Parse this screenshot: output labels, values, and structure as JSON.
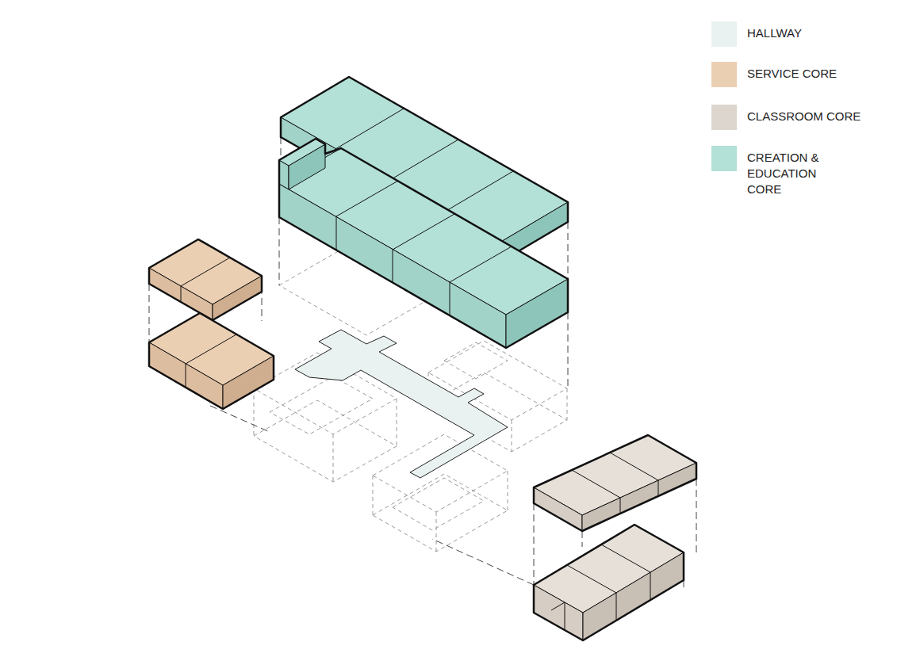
{
  "diagram": {
    "legend": [
      {
        "text": "HALLWAY",
        "color": "#e9f2f1"
      },
      {
        "text": "SERVICE CORE",
        "color": "#ebcfb3"
      },
      {
        "text": "CLASSROOM CORE",
        "color": "#ddd6ce"
      },
      {
        "text": "CREATION & EDUCATION CORE",
        "color": "#b3e0d7"
      }
    ]
  }
}
